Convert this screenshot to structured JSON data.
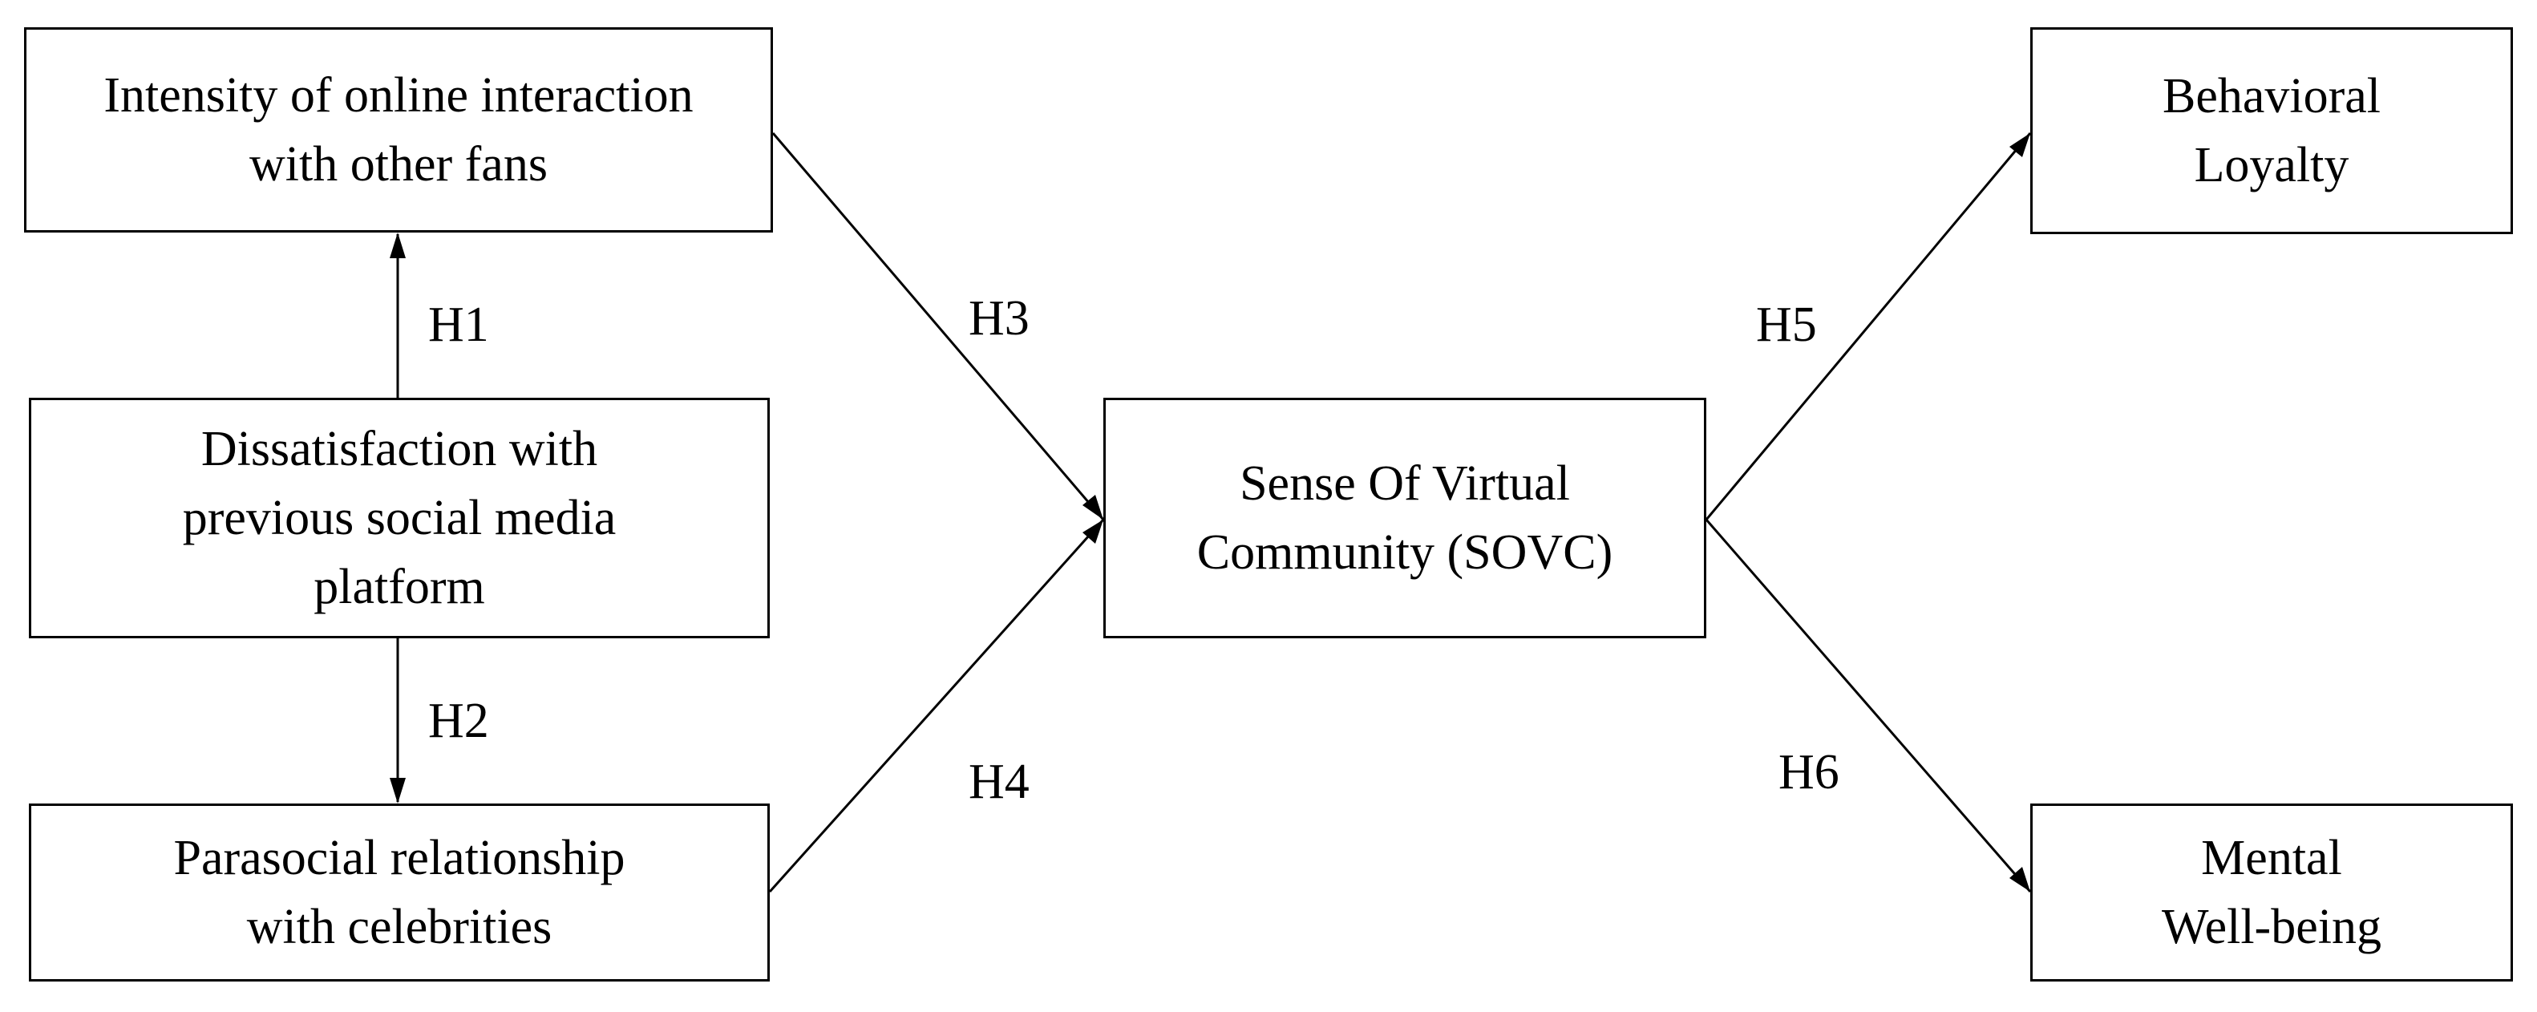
{
  "nodes": {
    "intensity": {
      "lines": [
        "Intensity of online interaction",
        "with other fans"
      ]
    },
    "dissatisfaction": {
      "lines": [
        "Dissatisfaction with",
        "previous social media",
        "platform"
      ]
    },
    "parasocial": {
      "lines": [
        "Parasocial relationship",
        "with celebrities"
      ]
    },
    "sovc": {
      "lines": [
        "Sense Of Virtual",
        "Community (SOVC)"
      ]
    },
    "loyalty": {
      "lines": [
        "Behavioral",
        "Loyalty"
      ]
    },
    "wellbeing": {
      "lines": [
        "Mental",
        "Well-being"
      ]
    }
  },
  "hypotheses": {
    "h1": "H1",
    "h2": "H2",
    "h3": "H3",
    "h4": "H4",
    "h5": "H5",
    "h6": "H6"
  },
  "colors": {
    "stroke": "#000000",
    "background": "#ffffff"
  }
}
